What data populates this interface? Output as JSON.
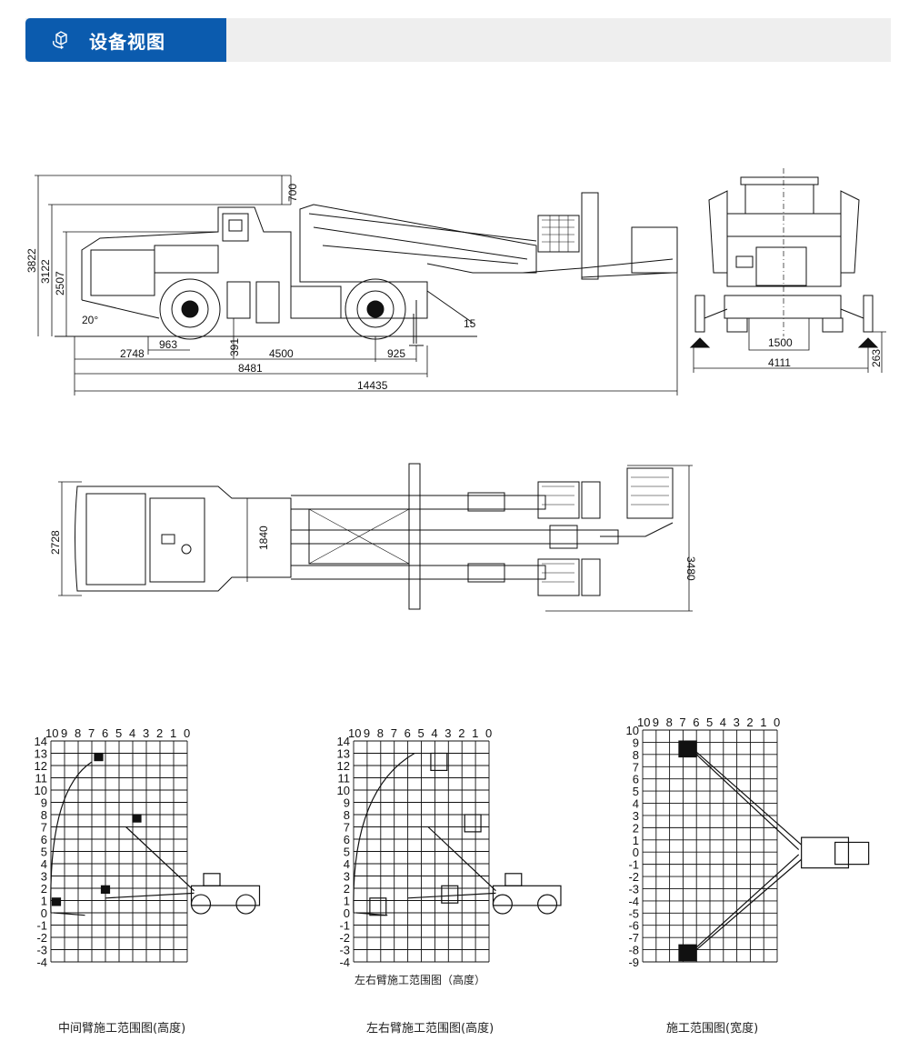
{
  "header": {
    "title": "设备视图",
    "icon": "3d-cube-rotate-icon",
    "accent": "#0b5bae"
  },
  "side_view": {
    "dims": {
      "h_total": "3822",
      "h_guard": "3122",
      "h_body": "2507",
      "h_top": "700",
      "angle_front": "20°",
      "angle_rear": "15",
      "front_overhang_axle": "963",
      "front_overhang": "2748",
      "ground_clearance": "391",
      "wheelbase": "4500",
      "rear_outrigger": "925",
      "length_stowed": "8481",
      "length_total": "14435"
    }
  },
  "front_view": {
    "dims": {
      "track": "1500",
      "width_outriggers": "4111",
      "outrigger_lift": "263"
    }
  },
  "top_view": {
    "dims": {
      "body_width": "2728",
      "inner_width": "1840",
      "boom_span": "3480"
    }
  },
  "charts": [
    {
      "x_ticks": [
        "10",
        "9",
        "8",
        "7",
        "6",
        "5",
        "4",
        "3",
        "2",
        "1",
        "0"
      ],
      "y_ticks": [
        "14",
        "13",
        "12",
        "11",
        "10",
        "9",
        "8",
        "7",
        "6",
        "5",
        "4",
        "3",
        "2",
        "1",
        "0",
        "-1",
        "-2",
        "-3",
        "-4"
      ],
      "caption": "中间臂施工范围图(高度)"
    },
    {
      "x_ticks": [
        "10",
        "9",
        "8",
        "7",
        "6",
        "5",
        "4",
        "3",
        "2",
        "1",
        "0"
      ],
      "y_ticks": [
        "14",
        "13",
        "12",
        "11",
        "10",
        "9",
        "8",
        "7",
        "6",
        "5",
        "4",
        "3",
        "2",
        "1",
        "0",
        "-1",
        "-2",
        "-3",
        "-4"
      ],
      "inner_caption": "左右臂施工范围图（高度）",
      "caption": "左右臂施工范围图(高度)"
    },
    {
      "x_ticks": [
        "10",
        "9",
        "8",
        "7",
        "6",
        "5",
        "4",
        "3",
        "2",
        "1",
        "0"
      ],
      "y_ticks": [
        "10",
        "9",
        "8",
        "7",
        "6",
        "5",
        "4",
        "3",
        "2",
        "1",
        "0",
        "-1",
        "-2",
        "-3",
        "-4",
        "-5",
        "-6",
        "-7",
        "-8",
        "-9"
      ],
      "caption": "施工范围图(宽度)"
    }
  ]
}
